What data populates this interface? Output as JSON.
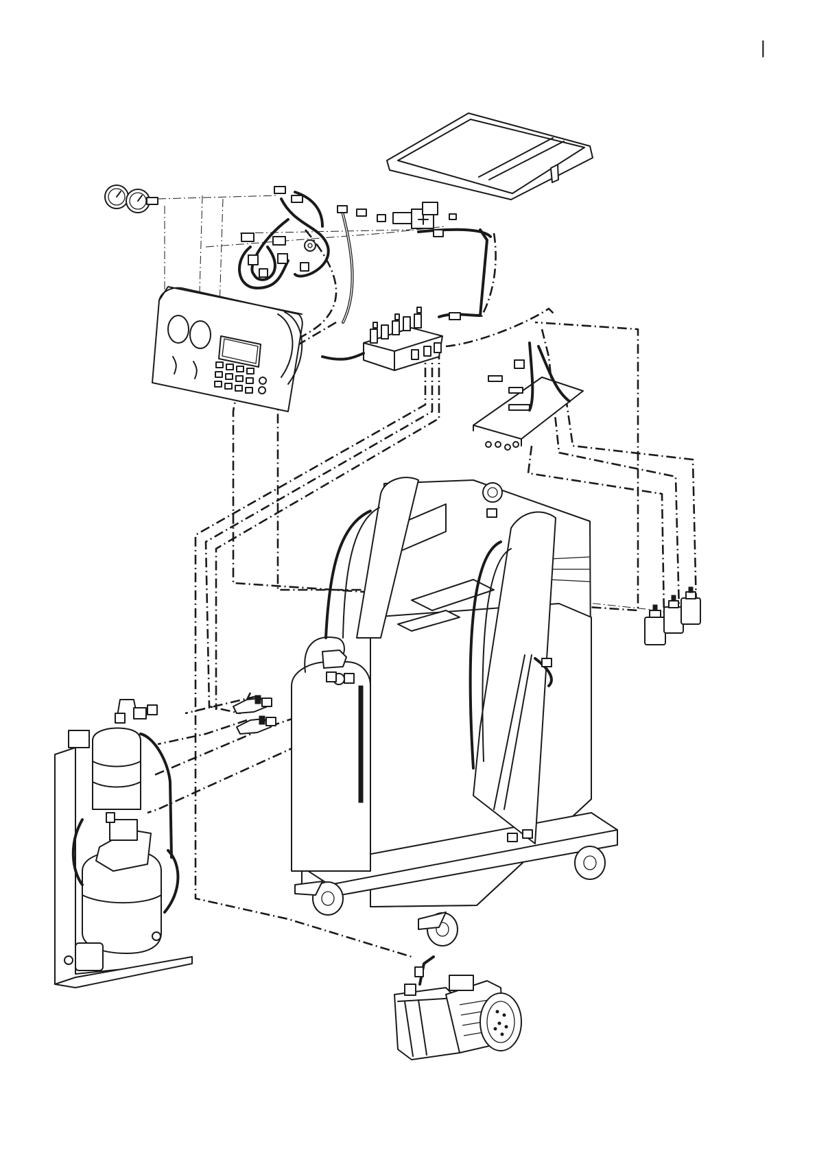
{
  "page": {
    "background": "#ffffff",
    "ink": "#1a1a1a",
    "corner_mark": "|"
  },
  "parts": [
    "top-cover-panel",
    "pressure-gauges",
    "control-panel",
    "hose-fittings",
    "solenoid-valve",
    "valve-manifold-block",
    "mounting-bracket-plate",
    "oil-bottles",
    "cabinet-frame",
    "refrigerant-cylinder",
    "quick-couplers",
    "compressor-unit",
    "vacuum-pump"
  ]
}
